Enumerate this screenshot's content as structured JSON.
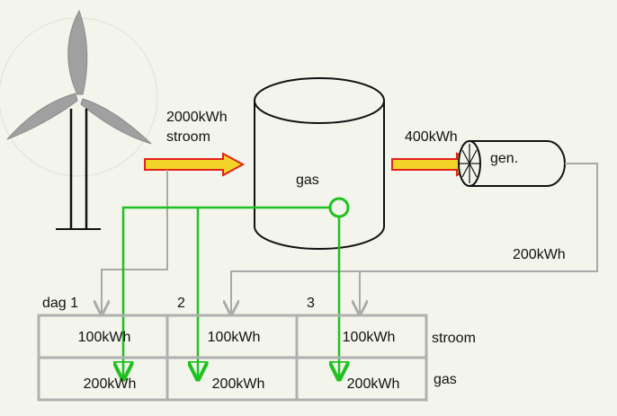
{
  "labels": {
    "wind_energy": "2000kWh",
    "wind_unit": "stroom",
    "tank": "gas",
    "gen_energy": "400kWh",
    "generator": "gen.",
    "return_energy": "200kWh"
  },
  "table": {
    "days": [
      "dag 1",
      "2",
      "3"
    ],
    "rows": [
      {
        "name": "stroom",
        "values": [
          "100kWh",
          "100kWh",
          "100kWh"
        ]
      },
      {
        "name": "gas",
        "values": [
          "200kWh",
          "200kWh",
          "200kWh"
        ]
      }
    ]
  },
  "colors": {
    "background": "#f3f4ec",
    "gray_line": "#a9a9a9",
    "green_line": "#1ec21e",
    "arrow_fill": "#f2d32a",
    "arrow_stroke": "#e2231a",
    "turbine": "#9a9a9a"
  }
}
